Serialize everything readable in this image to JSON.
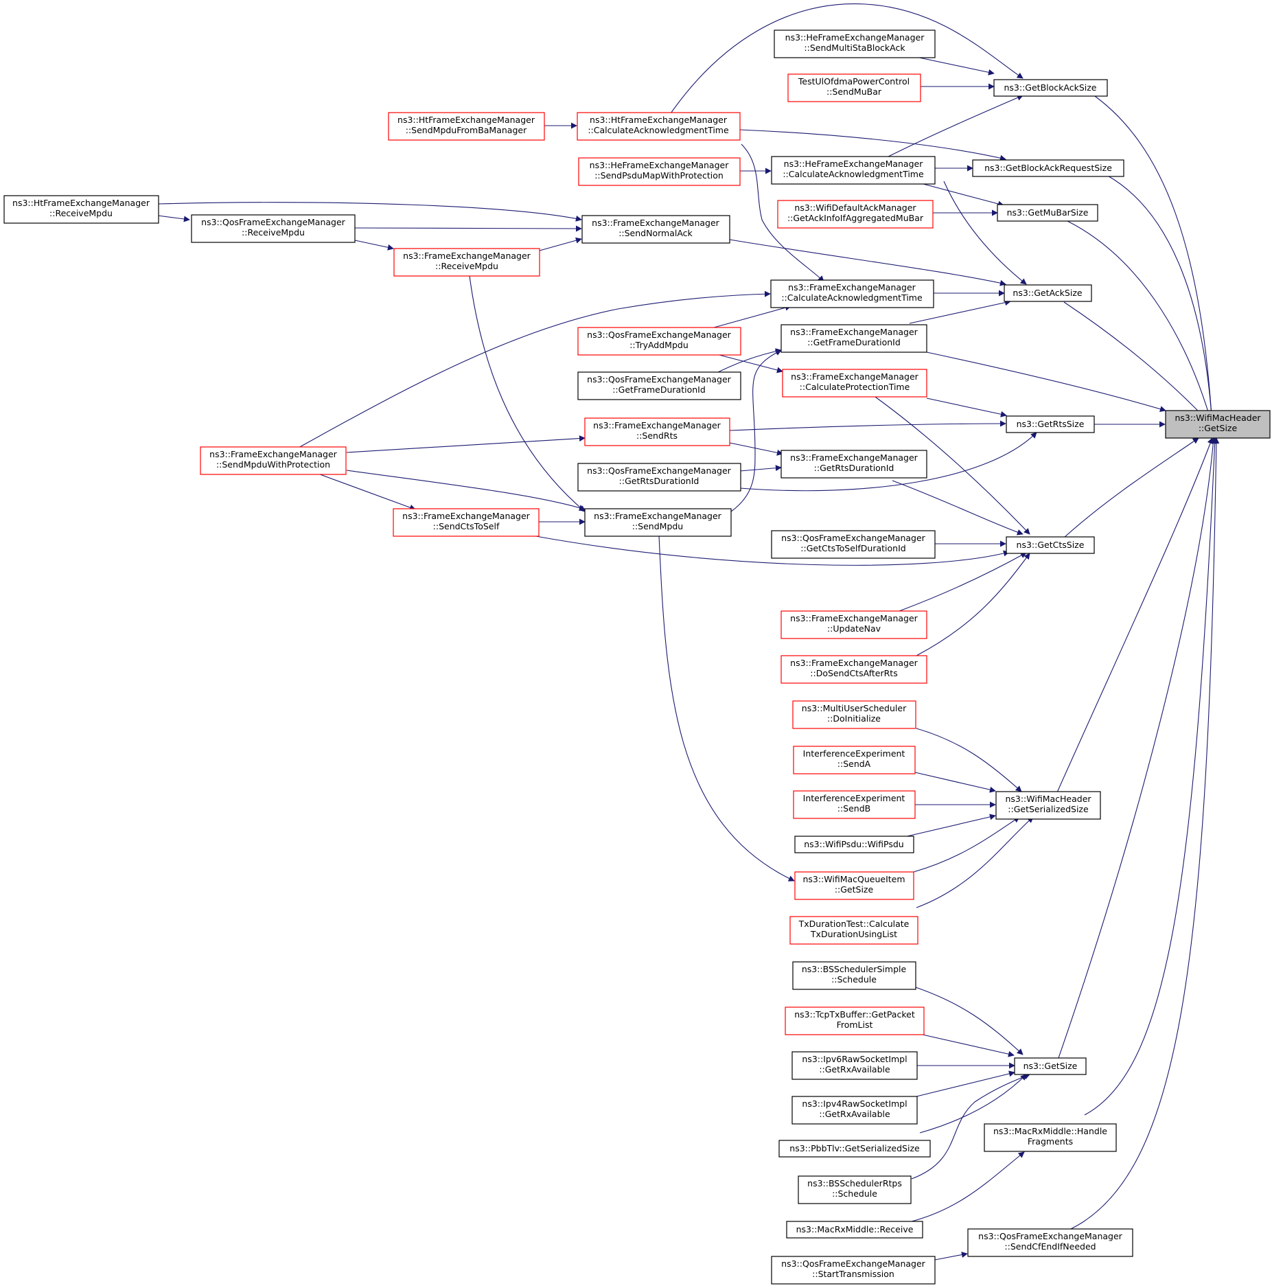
{
  "colors": {
    "edge": "#191970",
    "border_normal": "#000000",
    "border_truncated": "#ff0000",
    "focus_fill": "#bfbfbf",
    "background": "#ffffff"
  },
  "nodes": {
    "getsize_main": {
      "l1": "ns3::WifiMacHeader",
      "l2": "::GetSize",
      "style": "focus"
    },
    "getblockacksize": {
      "l1": "ns3::GetBlockAckSize",
      "l2": "",
      "style": "normal"
    },
    "getblockackrequestsize": {
      "l1": "ns3::GetBlockAckRequestSize",
      "l2": "",
      "style": "normal"
    },
    "getmubarsize": {
      "l1": "ns3::GetMuBarSize",
      "l2": "",
      "style": "normal"
    },
    "getacksize": {
      "l1": "ns3::GetAckSize",
      "l2": "",
      "style": "normal"
    },
    "getrtssize": {
      "l1": "ns3::GetRtsSize",
      "l2": "",
      "style": "normal"
    },
    "getctssize": {
      "l1": "ns3::GetCtsSize",
      "l2": "",
      "style": "normal"
    },
    "getserializedsize": {
      "l1": "ns3::WifiMacHeader",
      "l2": "::GetSerializedSize",
      "style": "normal"
    },
    "ns3_getsize": {
      "l1": "ns3::GetSize",
      "l2": "",
      "style": "normal"
    },
    "handlefragments": {
      "l1": "ns3::MacRxMiddle::Handle",
      "l2": "Fragments",
      "style": "normal"
    },
    "sendcfendifneeded": {
      "l1": "ns3::QosFrameExchangeManager",
      "l2": "::SendCfEndIfNeeded",
      "style": "normal"
    },
    "he_sendmultistablockack": {
      "l1": "ns3::HeFrameExchangeManager",
      "l2": "::SendMultiStaBlockAck",
      "style": "normal"
    },
    "testul_sendmubar": {
      "l1": "TestUlOfdmaPowerControl",
      "l2": "::SendMuBar",
      "style": "trunc"
    },
    "ht_calcacktime": {
      "l1": "ns3::HtFrameExchangeManager",
      "l2": "::CalculateAcknowledgmentTime",
      "style": "trunc"
    },
    "ht_sendmpdufromba": {
      "l1": "ns3::HtFrameExchangeManager",
      "l2": "::SendMpduFromBaManager",
      "style": "trunc"
    },
    "he_calcacktime": {
      "l1": "ns3::HeFrameExchangeManager",
      "l2": "::CalculateAcknowledgmentTime",
      "style": "normal"
    },
    "he_sendpsdumap": {
      "l1": "ns3::HeFrameExchangeManager",
      "l2": "::SendPsduMapWithProtection",
      "style": "trunc"
    },
    "wifidefaultack": {
      "l1": "ns3::WifiDefaultAckManager",
      "l2": "::GetAckInfoIfAggregatedMuBar",
      "style": "trunc"
    },
    "ht_receivempdu": {
      "l1": "ns3::HtFrameExchangeManager",
      "l2": "::ReceiveMpdu",
      "style": "normal"
    },
    "qos_receivempdu": {
      "l1": "ns3::QosFrameExchangeManager",
      "l2": "::ReceiveMpdu",
      "style": "normal"
    },
    "fem_sendnormalack": {
      "l1": "ns3::FrameExchangeManager",
      "l2": "::SendNormalAck",
      "style": "normal"
    },
    "fem_receivempdu": {
      "l1": "ns3::FrameExchangeManager",
      "l2": "::ReceiveMpdu",
      "style": "trunc"
    },
    "fem_calcacktime": {
      "l1": "ns3::FrameExchangeManager",
      "l2": "::CalculateAcknowledgmentTime",
      "style": "normal"
    },
    "qos_tryaddmpdu": {
      "l1": "ns3::QosFrameExchangeManager",
      "l2": "::TryAddMpdu",
      "style": "trunc"
    },
    "fem_getframedurationid": {
      "l1": "ns3::FrameExchangeManager",
      "l2": "::GetFrameDurationId",
      "style": "normal"
    },
    "qos_getframedurationid": {
      "l1": "ns3::QosFrameExchangeManager",
      "l2": "::GetFrameDurationId",
      "style": "normal"
    },
    "fem_calcprotectiontime": {
      "l1": "ns3::FrameExchangeManager",
      "l2": "::CalculateProtectionTime",
      "style": "trunc"
    },
    "fem_sendrts": {
      "l1": "ns3::FrameExchangeManager",
      "l2": "::SendRts",
      "style": "trunc"
    },
    "fem_sendmpduwithprotection": {
      "l1": "ns3::FrameExchangeManager",
      "l2": "::SendMpduWithProtection",
      "style": "trunc"
    },
    "fem_getrtsdurationid": {
      "l1": "ns3::FrameExchangeManager",
      "l2": "::GetRtsDurationId",
      "style": "normal"
    },
    "qos_getrtsdurationid": {
      "l1": "ns3::QosFrameExchangeManager",
      "l2": "::GetRtsDurationId",
      "style": "normal"
    },
    "fem_sendctstoself": {
      "l1": "ns3::FrameExchangeManager",
      "l2": "::SendCtsToSelf",
      "style": "trunc"
    },
    "fem_sendmpdu": {
      "l1": "ns3::FrameExchangeManager",
      "l2": "::SendMpdu",
      "style": "normal"
    },
    "qos_getctstoselfdurationid": {
      "l1": "ns3::QosFrameExchangeManager",
      "l2": "::GetCtsToSelfDurationId",
      "style": "normal"
    },
    "fem_updatenav": {
      "l1": "ns3::FrameExchangeManager",
      "l2": "::UpdateNav",
      "style": "trunc"
    },
    "fem_dosendctsafterrts": {
      "l1": "ns3::FrameExchangeManager",
      "l2": "::DoSendCtsAfterRts",
      "style": "trunc"
    },
    "mus_doinitialize": {
      "l1": "ns3::MultiUserScheduler",
      "l2": "::DoInitialize",
      "style": "trunc"
    },
    "interf_senda": {
      "l1": "InterferenceExperiment",
      "l2": "::SendA",
      "style": "trunc"
    },
    "interf_sendb": {
      "l1": "InterferenceExperiment",
      "l2": "::SendB",
      "style": "trunc"
    },
    "wifipsdu": {
      "l1": "ns3::WifiPsdu::WifiPsdu",
      "l2": "",
      "style": "normal"
    },
    "wifimacqueueitem_getsize": {
      "l1": "ns3::WifiMacQueueItem",
      "l2": "::GetSize",
      "style": "trunc"
    },
    "txdurationtest": {
      "l1": "TxDurationTest::Calculate",
      "l2": "TxDurationUsingList",
      "style": "trunc"
    },
    "bsschedulersimple": {
      "l1": "ns3::BSSchedulerSimple",
      "l2": "::Schedule",
      "style": "normal"
    },
    "tcptxbuffer": {
      "l1": "ns3::TcpTxBuffer::GetPacket",
      "l2": "FromList",
      "style": "trunc"
    },
    "ipv6raw": {
      "l1": "ns3::Ipv6RawSocketImpl",
      "l2": "::GetRxAvailable",
      "style": "normal"
    },
    "ipv4raw": {
      "l1": "ns3::Ipv4RawSocketImpl",
      "l2": "::GetRxAvailable",
      "style": "normal"
    },
    "pbbtlv": {
      "l1": "ns3::PbbTlv::GetSerializedSize",
      "l2": "",
      "style": "normal"
    },
    "bsschedulerrtps": {
      "l1": "ns3::BSSchedulerRtps",
      "l2": "::Schedule",
      "style": "normal"
    },
    "macrxmiddle_receive": {
      "l1": "ns3::MacRxMiddle::Receive",
      "l2": "",
      "style": "normal"
    },
    "qos_starttransmission": {
      "l1": "ns3::QosFrameExchangeManager",
      "l2": "::StartTransmission",
      "style": "normal"
    }
  }
}
